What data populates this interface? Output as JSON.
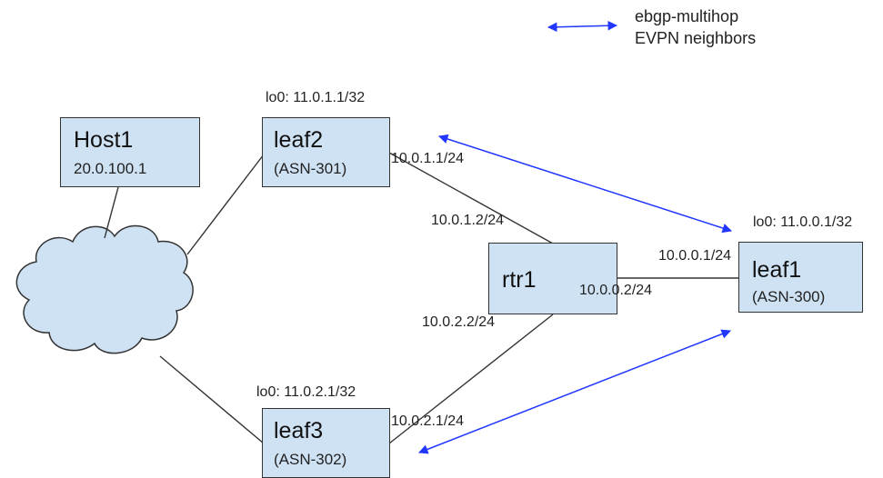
{
  "legend": {
    "line1": "ebgp-multihop",
    "line2": "EVPN neighbors",
    "arrow_color": "#2136ff"
  },
  "colors": {
    "node_fill": "#cfe2f3",
    "node_border": "#333333",
    "link": "#333333",
    "cloud_fill": "#cfe2f3"
  },
  "nodes": {
    "host1": {
      "name": "Host1",
      "sub": "20.0.100.1"
    },
    "leaf2": {
      "name": "leaf2",
      "sub": "(ASN-301)",
      "loopback": "lo0: 11.0.1.1/32"
    },
    "leaf3": {
      "name": "leaf3",
      "sub": "(ASN-302)",
      "loopback": "lo0: 11.0.2.1/32"
    },
    "leaf1": {
      "name": "leaf1",
      "sub": "(ASN-300)",
      "loopback": "lo0: 11.0.0.1/32"
    },
    "rtr1": {
      "name": "rtr1"
    }
  },
  "interfaces": {
    "leaf2_rtr1_leaf2": "10.0.1.1/24",
    "leaf2_rtr1_rtr1": "10.0.1.2/24",
    "leaf3_rtr1_rtr1": "10.0.2.2/24",
    "leaf3_rtr1_leaf3": "10.0.2.1/24",
    "leaf1_rtr1_leaf1": "10.0.0.1/24",
    "leaf1_rtr1_rtr1": "10.0.0.2/24"
  }
}
